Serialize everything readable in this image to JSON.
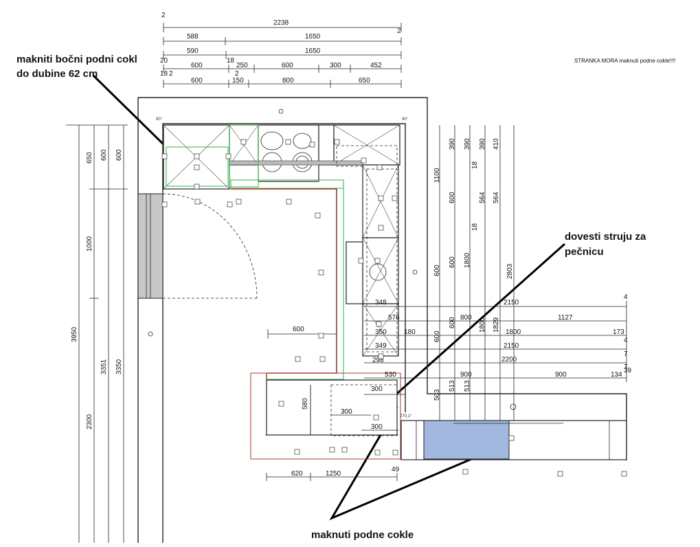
{
  "annotations": {
    "side_plinth_line1": "makniti bočni podni cokl",
    "side_plinth_line2": "do dubine 62 cm",
    "power_line1": "dovesti struju za",
    "power_line2": "pečnicu",
    "floor_plinth": "maknuti podne cokle",
    "client_note": "STRANKA MORA maknuti podne cokle!!!!"
  },
  "top_dims": {
    "row1": [
      "2",
      "2238",
      "2"
    ],
    "row2": [
      "588",
      "1650"
    ],
    "row3": [
      "590",
      "1650"
    ],
    "row4": [
      "20",
      "18",
      "600",
      "250",
      "600",
      "300",
      "452"
    ],
    "row5": [
      "18",
      "2",
      "600",
      "150",
      "2",
      "800",
      "650"
    ]
  },
  "left_dims": [
    "650",
    "600",
    "600",
    "1000",
    "3950",
    "2300",
    "3351",
    "3350"
  ],
  "right_vertical_dims": [
    "390",
    "390",
    "390",
    "410",
    "1100",
    "18",
    "600",
    "564",
    "564",
    "18",
    "600",
    "1800",
    "2803",
    "600",
    "600",
    "1800",
    "1829",
    "600",
    "503",
    "513",
    "513"
  ],
  "right_horizontal_dims": [
    "348",
    "2150",
    "4",
    "576",
    "800",
    "1127",
    "350",
    "180",
    "1800",
    "173",
    "4",
    "349",
    "2150",
    "7",
    "298",
    "2200",
    "7",
    "530",
    "900",
    "900",
    "134",
    "39",
    "300"
  ],
  "inner_dims": [
    "600",
    "580",
    "300",
    "300",
    "620",
    "1250",
    "49"
  ],
  "angle_labels": [
    "90°",
    "90°",
    "270,1°"
  ]
}
